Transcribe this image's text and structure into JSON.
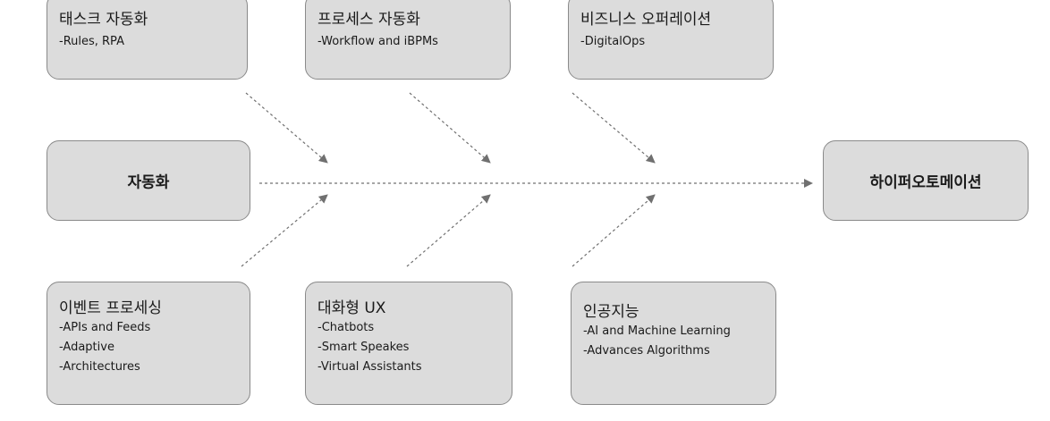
{
  "diagram": {
    "source": "자동화",
    "target": "하이퍼오토메이션",
    "top_nodes": [
      {
        "title": "태스크 자동화",
        "items": [
          "-Rules, RPA"
        ]
      },
      {
        "title": "프로세스 자동화",
        "items": [
          "-Workflow and iBPMs"
        ]
      },
      {
        "title": "비즈니스 오퍼레이션",
        "items": [
          "-DigitalOps"
        ]
      }
    ],
    "bottom_nodes": [
      {
        "title": "이벤트 프로세싱",
        "items": [
          "-APIs and Feeds",
          "-Adaptive",
          "-Architectures"
        ]
      },
      {
        "title": "대화형 UX",
        "items": [
          "-Chatbots",
          "-Smart Speakes",
          "-Virtual Assistants"
        ]
      },
      {
        "title": "인공지능",
        "items": [
          "-AI and Machine Learning",
          "-Advances Algorithms"
        ]
      }
    ],
    "colors": {
      "box_fill": "#dcdcdc",
      "box_border": "#8a8a8a",
      "arrow": "#707070"
    }
  }
}
